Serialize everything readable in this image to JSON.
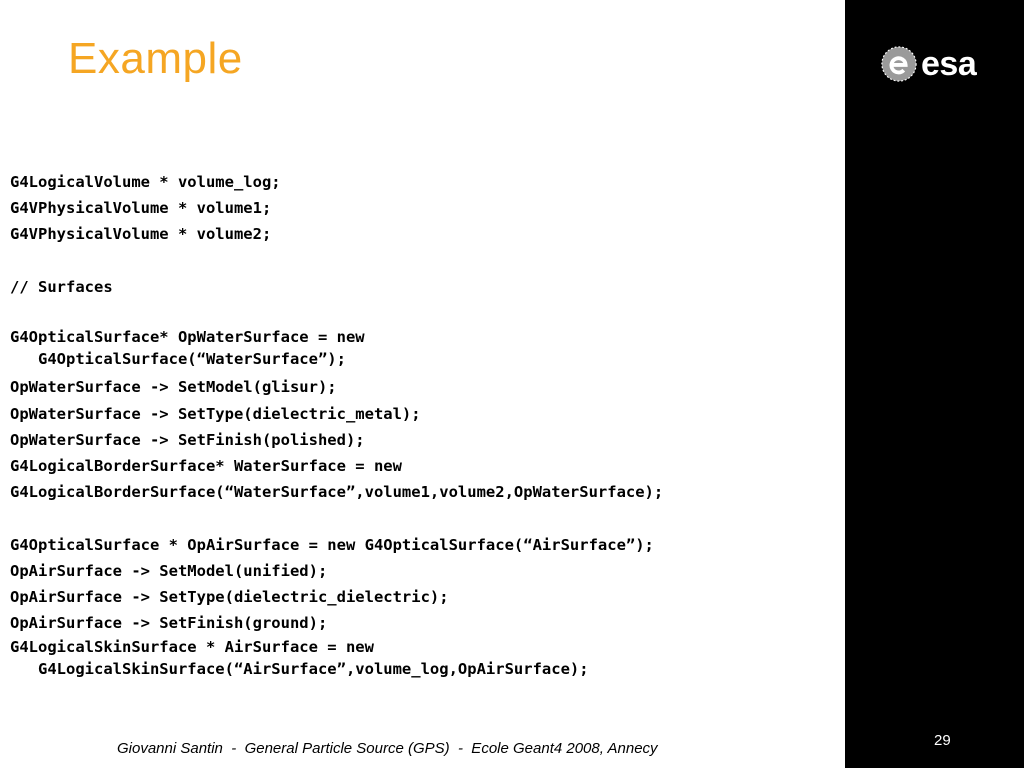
{
  "slide": {
    "title": "Example",
    "logo_text": "esa",
    "page_number": "29",
    "footer": "Giovanni Santin  -  General Particle Source (GPS)  -  Ecole Geant4 2008, Annecy"
  },
  "code_lines": [
    "G4LogicalVolume * volume_log;",
    "G4VPhysicalVolume * volume1;",
    "G4VPhysicalVolume * volume2;",
    "",
    "// Surfaces",
    "",
    "G4OpticalSurface* OpWaterSurface = new\n   G4OpticalSurface(“WaterSurface”);",
    "OpWaterSurface -> SetModel(glisur);",
    "OpWaterSurface -> SetType(dielectric_metal);",
    "OpWaterSurface -> SetFinish(polished);",
    "G4LogicalBorderSurface* WaterSurface = new",
    "G4LogicalBorderSurface(“WaterSurface”,volume1,volume2,OpWaterSurface);",
    "",
    "G4OpticalSurface * OpAirSurface = new G4OpticalSurface(“AirSurface”);",
    "OpAirSurface -> SetModel(unified);",
    "OpAirSurface -> SetType(dielectric_dielectric);",
    "OpAirSurface -> SetFinish(ground);",
    "G4LogicalSkinSurface * AirSurface = new\n   G4LogicalSkinSurface(“AirSurface”,volume_log,OpAirSurface);"
  ]
}
